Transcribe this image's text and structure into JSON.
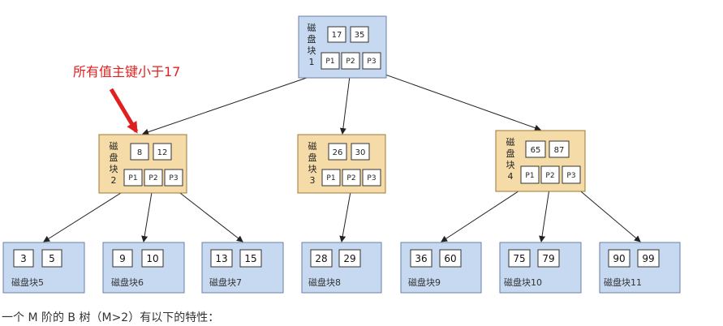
{
  "annotation": "所有值主键小于17",
  "nodes": {
    "root": {
      "title_chars": [
        "磁",
        "盘",
        "块",
        "1"
      ],
      "keys": [
        "17",
        "35"
      ],
      "pointers": [
        "P1",
        "P2",
        "P3"
      ]
    },
    "b2": {
      "title_chars": [
        "磁",
        "盘",
        "块",
        "2"
      ],
      "keys": [
        "8",
        "12"
      ],
      "pointers": [
        "P1",
        "P2",
        "P3"
      ]
    },
    "b3": {
      "title_chars": [
        "磁",
        "盘",
        "块",
        "3"
      ],
      "keys": [
        "26",
        "30"
      ],
      "pointers": [
        "P1",
        "P2",
        "P3"
      ]
    },
    "b4": {
      "title_chars": [
        "磁",
        "盘",
        "块",
        "4"
      ],
      "keys": [
        "65",
        "87"
      ],
      "pointers": [
        "P1",
        "P2",
        "P3"
      ]
    }
  },
  "leaves": [
    {
      "keys": [
        "3",
        "5"
      ],
      "label": "磁盘块5"
    },
    {
      "keys": [
        "9",
        "10"
      ],
      "label": "磁盘块6"
    },
    {
      "keys": [
        "13",
        "15"
      ],
      "label": "磁盘块7"
    },
    {
      "keys": [
        "28",
        "29"
      ],
      "label": "磁盘块8"
    },
    {
      "keys": [
        "36",
        "60"
      ],
      "label": "磁盘块9"
    },
    {
      "keys": [
        "75",
        "79"
      ],
      "label": "磁盘块10"
    },
    {
      "keys": [
        "90",
        "99"
      ],
      "label": "磁盘块11"
    }
  ],
  "caption": "一个 M 阶的 B 树（M>2）有以下的特性：",
  "colors": {
    "root_fill": "#c6d9f1",
    "internal_fill": "#f5dba8",
    "leaf_fill": "#c6d9f1",
    "annotation": "#e02020"
  }
}
